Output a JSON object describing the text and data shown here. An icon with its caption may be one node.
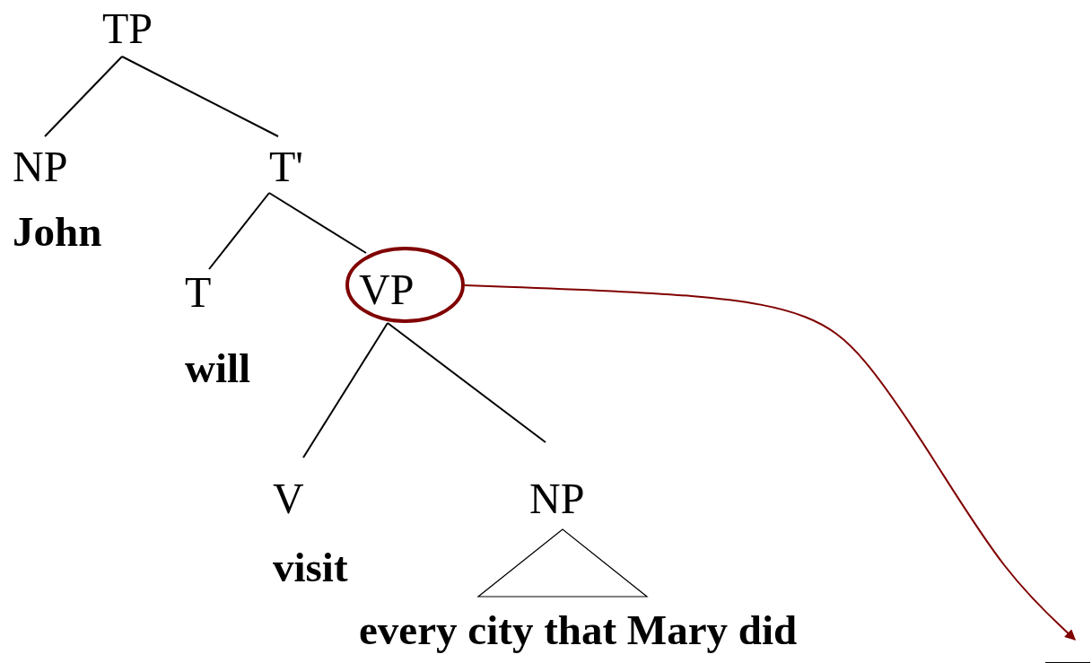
{
  "diagram": {
    "nodes": [
      {
        "text": [
          "TP"
        ]
      },
      {
        "text": [
          "NP",
          "John"
        ]
      },
      {
        "text": [
          "T'"
        ]
      },
      {
        "text": [
          "T",
          "will"
        ]
      },
      {
        "text": [
          "VP"
        ]
      },
      {
        "text": [
          "V",
          "visit"
        ]
      },
      {
        "text": [
          "NP",
          "every city that Mary did"
        ]
      },
      {
        "text": [],
        "shape": "bar"
      }
    ],
    "edges": [
      {
        "from": 0,
        "to": 1,
        "arrow": "none"
      },
      {
        "from": 0,
        "to": 2,
        "arrow": "none"
      },
      {
        "from": 2,
        "to": 3,
        "arrow": "none"
      },
      {
        "from": 2,
        "to": 4,
        "arrow": "none"
      },
      {
        "from": 4,
        "to": 5,
        "arrow": "none"
      },
      {
        "from": 4,
        "to": 6,
        "arrow": "none"
      },
      {
        "from": 4,
        "to": 7,
        "arrow": "to",
        "color": "#800000"
      }
    ]
  }
}
